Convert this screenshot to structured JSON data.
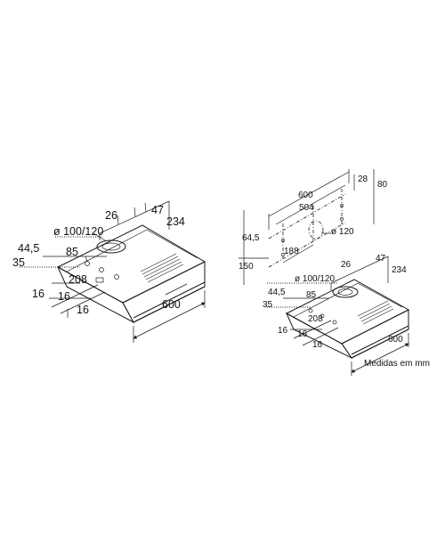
{
  "left_view": {
    "labels": {
      "d26": "26",
      "d47": "47",
      "d234": "234",
      "d_duct": "ø 100/120",
      "d44_5": "44,5",
      "d85": "85",
      "d35": "35",
      "d208": "208",
      "d16a": "16",
      "d16b": "16",
      "d16c": "16",
      "d600": "600"
    }
  },
  "right_view": {
    "labels": {
      "d600w": "600",
      "d504": "504",
      "d28": "28",
      "d80": "80",
      "d64_5": "64,5",
      "d150": "150",
      "d188": "188",
      "d120": "ø 120",
      "d26": "26",
      "d47": "47",
      "d234": "234",
      "d_duct": "ø 100/120",
      "d44_5": "44,5",
      "d85": "85",
      "d35": "35",
      "d208": "208",
      "d16a": "16",
      "d16b": "16",
      "d16c": "16",
      "d600": "600"
    }
  },
  "caption": "Medidas em mm"
}
